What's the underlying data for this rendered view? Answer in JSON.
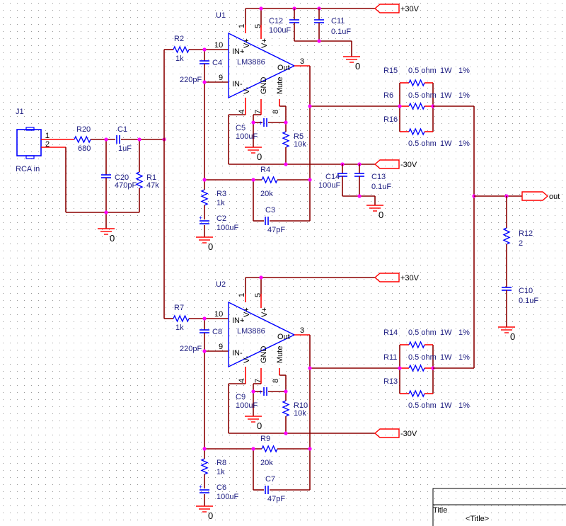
{
  "colors": {
    "wire": "#8b0000",
    "pin": "#ff0000",
    "component": "#0000ff",
    "junction": "#ff00ff",
    "text": "#1c1c80"
  },
  "input": {
    "connector": {
      "ref": "J1",
      "value": "RCA in",
      "pins": [
        "1",
        "2"
      ]
    },
    "r_series": {
      "ref": "R20",
      "value": "680"
    },
    "c_coupling": {
      "ref": "C1",
      "value": "1uF"
    },
    "c_filter": {
      "ref": "C20",
      "value": "470pF"
    },
    "r_bias": {
      "ref": "R1",
      "value": "47k"
    },
    "ground": "0"
  },
  "channels": [
    {
      "amp": {
        "ref": "U1",
        "part": "LM3886",
        "pins": {
          "in_plus": "10",
          "in_minus": "9",
          "out": "3",
          "vplus1": "1",
          "vplus2": "5",
          "vminus": "4",
          "gnd": "7",
          "mute": "8"
        },
        "pin_labels": {
          "in_plus": "IN+",
          "in_minus": "IN-",
          "out": "Out",
          "vplus": "V+",
          "vminus": "V-",
          "gnd": "GND",
          "mute": "Mute"
        }
      },
      "r_in": {
        "ref": "R2",
        "value": "1k"
      },
      "c_in": {
        "ref": "C4",
        "value": "220pF"
      },
      "r_gnd": {
        "ref": "R3",
        "value": "1k"
      },
      "c_gnd": {
        "ref": "C2",
        "value": "100uF"
      },
      "r_fb": {
        "ref": "R4",
        "value": "20k"
      },
      "c_fb": {
        "ref": "C3",
        "value": "47pF"
      },
      "c_mute": {
        "ref": "C5",
        "value": "100uF"
      },
      "r_mute": {
        "ref": "R5",
        "value": "10k"
      },
      "ground": "0",
      "supply_pos": "+30V",
      "supply_neg": "-30V",
      "out_resistors": [
        {
          "ref": "R15",
          "value": "0.5 ohm",
          "power": "1W",
          "tolerance": "1%"
        },
        {
          "ref": "R6",
          "value": "0.5 ohm",
          "power": "1W",
          "tolerance": "1%"
        },
        {
          "ref": "R16",
          "value": "0.5 ohm",
          "power": "1W",
          "tolerance": "1%"
        }
      ],
      "decoupling": {
        "pos_bulk": {
          "ref": "C12",
          "value": "100uF"
        },
        "pos_small": {
          "ref": "C11",
          "value": "0.1uF"
        },
        "neg_bulk": {
          "ref": "C14",
          "value": "100uF"
        },
        "neg_small": {
          "ref": "C13",
          "value": "0.1uF"
        },
        "ground": "0"
      }
    },
    {
      "amp": {
        "ref": "U2",
        "part": "LM3886",
        "pins": {
          "in_plus": "10",
          "in_minus": "9",
          "out": "3",
          "vplus1": "1",
          "vplus2": "5",
          "vminus": "4",
          "gnd": "7",
          "mute": "8"
        },
        "pin_labels": {
          "in_plus": "IN+",
          "in_minus": "IN-",
          "out": "Out",
          "vplus": "V+",
          "vminus": "V-",
          "gnd": "GND",
          "mute": "Mute"
        }
      },
      "r_in": {
        "ref": "R7",
        "value": "1k"
      },
      "c_in": {
        "ref": "C8",
        "value": "220pF"
      },
      "r_gnd": {
        "ref": "R8",
        "value": "1k"
      },
      "c_gnd": {
        "ref": "C6",
        "value": "100uF"
      },
      "r_fb": {
        "ref": "R9",
        "value": "20k"
      },
      "c_fb": {
        "ref": "C7",
        "value": "47pF"
      },
      "c_mute": {
        "ref": "C9",
        "value": "100uF"
      },
      "r_mute": {
        "ref": "R10",
        "value": "10k"
      },
      "ground": "0",
      "supply_pos": "+30V",
      "supply_neg": "-30V",
      "out_resistors": [
        {
          "ref": "R14",
          "value": "0.5 ohm",
          "power": "1W",
          "tolerance": "1%"
        },
        {
          "ref": "R11",
          "value": "0.5 ohm",
          "power": "1W",
          "tolerance": "1%"
        },
        {
          "ref": "R13",
          "value": "0.5 ohm",
          "power": "1W",
          "tolerance": "1%"
        }
      ]
    }
  ],
  "output": {
    "port": "out",
    "r_zobel": {
      "ref": "R12",
      "value": "2"
    },
    "c_zobel": {
      "ref": "C10",
      "value": "0.1uF"
    },
    "ground": "0"
  },
  "title_block": {
    "label": "Title",
    "value": "<Title>"
  }
}
